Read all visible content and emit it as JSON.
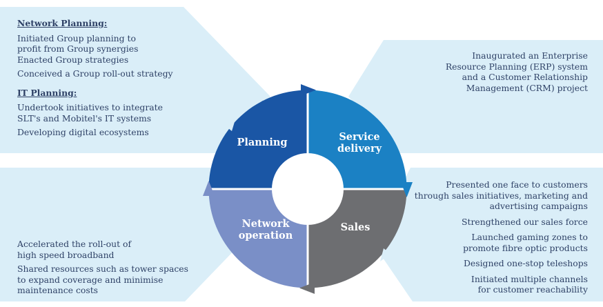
{
  "cycle": {
    "segments": [
      {
        "id": "planning",
        "label": "Planning",
        "color": "#1a56a5"
      },
      {
        "id": "service-delivery",
        "label": "Service\ndelivery",
        "color": "#1b81c4"
      },
      {
        "id": "sales",
        "label": "Sales",
        "color": "#6d6e71"
      },
      {
        "id": "network-operation",
        "label": "Network\noperation",
        "color": "#7a8fc7"
      }
    ]
  },
  "panels": {
    "top_left": {
      "sections": [
        {
          "heading": "Network Planning:",
          "items": [
            "Initiated Group planning to\nprofit from Group synergies\nEnacted Group strategies",
            "Conceived a Group roll-out strategy"
          ]
        },
        {
          "heading": "IT Planning:",
          "items": [
            "Undertook initiatives to integrate\nSLT's and Mobitel's IT systems",
            "Developing digital ecosystems"
          ]
        }
      ]
    },
    "top_right": {
      "items": [
        "Inaugurated an Enterprise\nResource Planning (ERP) system\nand a Customer Relationship\nManagement (CRM) project"
      ]
    },
    "bottom_left": {
      "items": [
        "Accelerated the roll-out of\nhigh speed broadband",
        "Shared resources such as tower spaces\nto expand coverage and minimise\nmaintenance costs"
      ]
    },
    "bottom_right": {
      "items": [
        "Presented one face to customers\nthrough sales initiatives, marketing and\nadvertising campaigns",
        "Strengthened our sales force",
        "Launched gaming zones to\npromote fibre optic products",
        "Designed one-stop teleshops",
        "Initiated multiple channels\nfor customer reachability"
      ]
    }
  },
  "colors": {
    "panel_fill": "#daeef8",
    "text": "#2e4166",
    "segment_text": "#ffffff"
  }
}
